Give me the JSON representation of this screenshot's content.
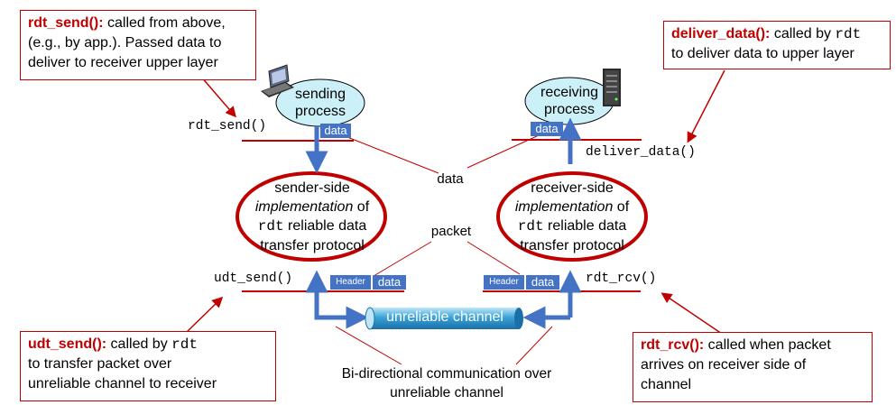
{
  "callouts": {
    "rdt_send": {
      "keyword": "rdt_send():",
      "text_1": " called from above,",
      "text_2": "(e.g., by app.). Passed data to",
      "text_3": "deliver to receiver upper layer"
    },
    "deliver_data": {
      "keyword": "deliver_data():",
      "text_1": " called by ",
      "code": "rdt",
      "text_2": "to deliver data to upper layer"
    },
    "udt_send": {
      "keyword": "udt_send():",
      "text_1": " called by ",
      "code": "rdt",
      "text_2": "to transfer packet over",
      "text_3": "unreliable channel to receiver"
    },
    "rdt_rcv": {
      "keyword": "rdt_rcv():",
      "text_1": " called when packet",
      "text_2": "arrives on receiver side of",
      "text_3": "channel"
    }
  },
  "function_labels": {
    "rdt_send": "rdt_send()",
    "deliver_data": "deliver_data()",
    "udt_send": "udt_send()",
    "rdt_rcv": "rdt_rcv()"
  },
  "sending_process": {
    "line1": "sending",
    "line2": "process"
  },
  "receiving_process": {
    "line1": "receiving",
    "line2": "process"
  },
  "sender_side": {
    "line1": "sender-side",
    "line2_em": "implementation",
    "line2_rest": " of",
    "line3_code": "rdt",
    "line3_rest": " reliable data",
    "line4": "transfer protocol"
  },
  "receiver_side": {
    "line1": "receiver-side",
    "line2_em": "implementation",
    "line2_rest": " of",
    "line3_code": "rdt",
    "line3_rest": "  reliable data",
    "line4": "transfer protocol"
  },
  "data_label": "data",
  "packet_label": "packet",
  "data_box": "data",
  "header_box": "Header",
  "channel": "unreliable channel",
  "bidirectional": {
    "line1": "Bi-directional communication over",
    "line2": "unreliable channel"
  },
  "colors": {
    "accent_red": "#c00000",
    "box_blue": "#4472c4",
    "arrow_blue": "#4472c4",
    "bubble_fill": "#ccf0f8"
  }
}
